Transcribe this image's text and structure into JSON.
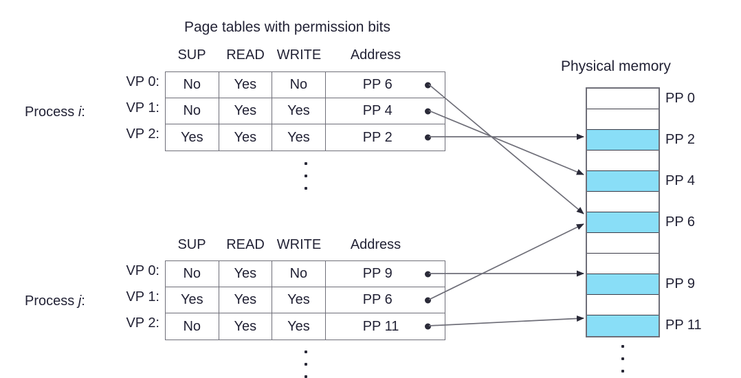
{
  "figure": {
    "title": "Page tables with permission bits",
    "physical_memory_title": "Physical memory",
    "accent_color": "#89DEF7",
    "line_color": "#6e6e78"
  },
  "column_headers": {
    "sup": "SUP",
    "read": "READ",
    "write": "WRITE",
    "address": "Address"
  },
  "processes": [
    {
      "label_prefix": "Process ",
      "label_var": "i",
      "label_suffix": ":",
      "headers": [
        "SUP",
        "READ",
        "WRITE",
        "Address"
      ],
      "rows": [
        {
          "vp": "VP 0:",
          "sup": "No",
          "read": "Yes",
          "write": "No",
          "address": "PP 6"
        },
        {
          "vp": "VP 1:",
          "sup": "No",
          "read": "Yes",
          "write": "Yes",
          "address": "PP 4"
        },
        {
          "vp": "VP 2:",
          "sup": "Yes",
          "read": "Yes",
          "write": "Yes",
          "address": "PP 2"
        }
      ],
      "continuation": "vertical-ellipsis"
    },
    {
      "label_prefix": "Process ",
      "label_var": "j",
      "label_suffix": ":",
      "headers": [
        "SUP",
        "READ",
        "WRITE",
        "Address"
      ],
      "rows": [
        {
          "vp": "VP 0:",
          "sup": "No",
          "read": "Yes",
          "write": "No",
          "address": "PP 9"
        },
        {
          "vp": "VP 1:",
          "sup": "Yes",
          "read": "Yes",
          "write": "Yes",
          "address": "PP 6"
        },
        {
          "vp": "VP 2:",
          "sup": "No",
          "read": "Yes",
          "write": "Yes",
          "address": "PP 11"
        }
      ],
      "continuation": "vertical-ellipsis"
    }
  ],
  "physical_memory": {
    "title": "Physical memory",
    "continuation": "vertical-ellipsis",
    "rows": [
      {
        "index": 0,
        "label": "PP 0",
        "highlighted": false
      },
      {
        "index": 1,
        "label": "",
        "highlighted": false
      },
      {
        "index": 2,
        "label": "PP 2",
        "highlighted": true
      },
      {
        "index": 3,
        "label": "",
        "highlighted": false
      },
      {
        "index": 4,
        "label": "PP 4",
        "highlighted": true
      },
      {
        "index": 5,
        "label": "",
        "highlighted": false
      },
      {
        "index": 6,
        "label": "PP 6",
        "highlighted": true
      },
      {
        "index": 7,
        "label": "",
        "highlighted": false
      },
      {
        "index": 8,
        "label": "",
        "highlighted": false
      },
      {
        "index": 9,
        "label": "PP 9",
        "highlighted": true
      },
      {
        "index": 10,
        "label": "",
        "highlighted": false
      },
      {
        "index": 11,
        "label": "PP 11",
        "highlighted": true
      }
    ]
  },
  "mappings": [
    {
      "from": "Process i / VP 0 (PP 6)",
      "to": "PP 6"
    },
    {
      "from": "Process i / VP 1 (PP 4)",
      "to": "PP 4"
    },
    {
      "from": "Process i / VP 2 (PP 2)",
      "to": "PP 2"
    },
    {
      "from": "Process j / VP 0 (PP 9)",
      "to": "PP 9"
    },
    {
      "from": "Process j / VP 1 (PP 6)",
      "to": "PP 6"
    },
    {
      "from": "Process j / VP 2 (PP 11)",
      "to": "PP 11"
    }
  ]
}
